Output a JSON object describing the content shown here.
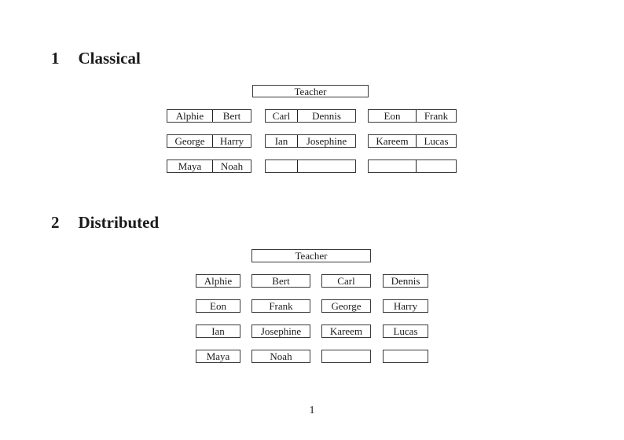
{
  "colors": {
    "background": "#ffffff",
    "ink": "#1b1b1b"
  },
  "page": {
    "page_number": "1"
  },
  "sections": [
    {
      "number": "1",
      "title": "Classical",
      "teacher_label": "Teacher",
      "tables": [
        {
          "rows": [
            [
              "Alphie",
              "Bert"
            ],
            [
              "George",
              "Harry"
            ],
            [
              "Maya",
              "Noah"
            ]
          ]
        },
        {
          "rows": [
            [
              "Carl",
              "Dennis"
            ],
            [
              "Ian",
              "Josephine"
            ],
            [
              "",
              ""
            ]
          ]
        },
        {
          "rows": [
            [
              "Eon",
              "Frank"
            ],
            [
              "Kareem",
              "Lucas"
            ],
            [
              "",
              ""
            ]
          ]
        }
      ]
    },
    {
      "number": "2",
      "title": "Distributed",
      "teacher_label": "Teacher",
      "rows": [
        [
          "Alphie",
          "Bert",
          "Carl",
          "Dennis"
        ],
        [
          "Eon",
          "Frank",
          "George",
          "Harry"
        ],
        [
          "Ian",
          "Josephine",
          "Kareem",
          "Lucas"
        ],
        [
          "Maya",
          "Noah",
          "",
          ""
        ]
      ]
    }
  ]
}
